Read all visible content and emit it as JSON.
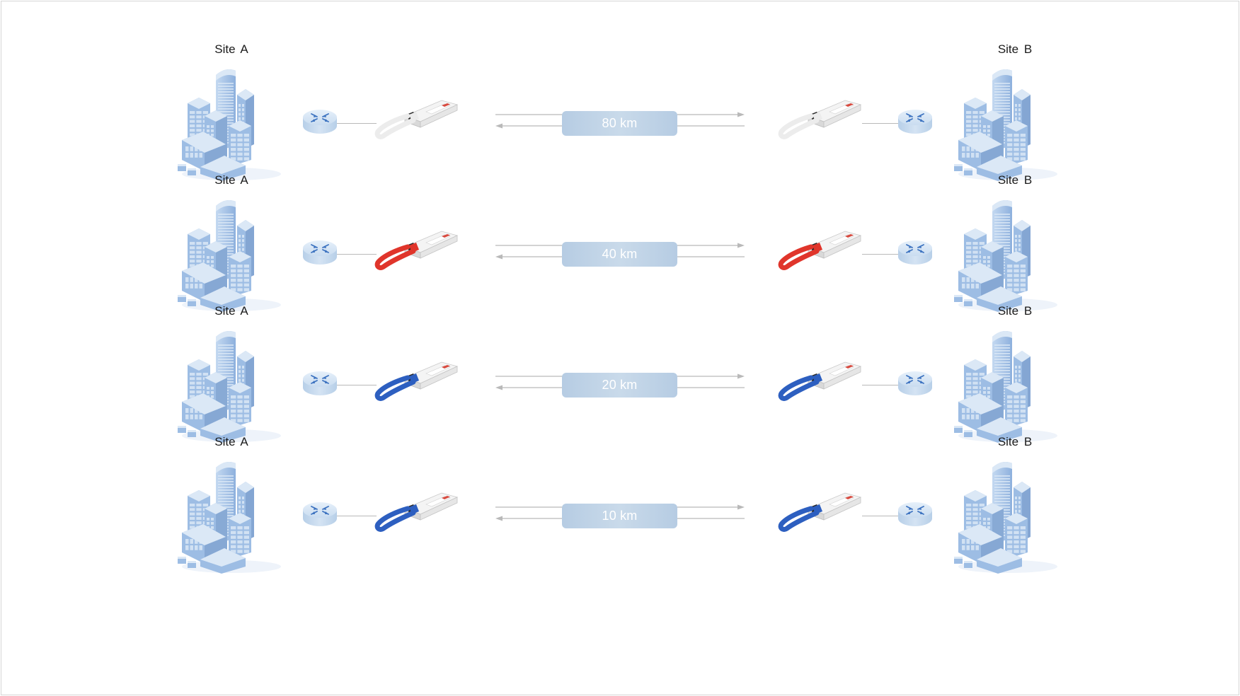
{
  "colors": {
    "building_main": "#9dbde4",
    "building_light": "#dbe8f6",
    "building_dark": "#6f93c4",
    "router": "#cfe0f2",
    "router_arrows": "#3d73c0",
    "badge": "#b9cfe5",
    "arrow_line": "#b9b9b9"
  },
  "links": [
    {
      "site_a": "Site A",
      "site_b": "Site B",
      "distance": "80 km",
      "module_color": "#ececec",
      "module_color_name": "white"
    },
    {
      "site_a": "Site A",
      "site_b": "Site B",
      "distance": "40 km",
      "module_color": "#e0352b",
      "module_color_name": "red"
    },
    {
      "site_a": "Site A",
      "site_b": "Site B",
      "distance": "20 km",
      "module_color": "#2d5fc0",
      "module_color_name": "blue"
    },
    {
      "site_a": "Site A",
      "site_b": "Site B",
      "distance": "10 km",
      "module_color": "#2d5fc0",
      "module_color_name": "blue"
    }
  ]
}
